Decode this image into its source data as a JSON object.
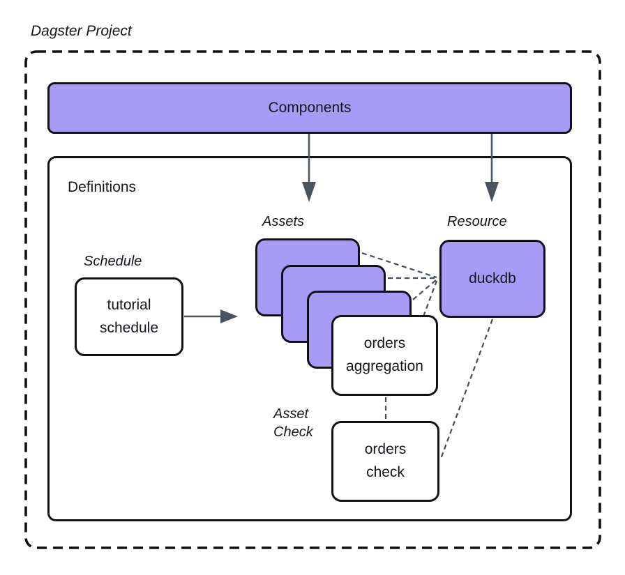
{
  "diagram": {
    "title": "Dagster Project",
    "components": {
      "label": "Components"
    },
    "definitions": {
      "label": "Definitions",
      "schedule": {
        "group_label": "Schedule",
        "node_label": "tutorial\nschedule"
      },
      "assets": {
        "group_label": "Assets",
        "stacked_asset_count": 3,
        "front_node_label": "orders\naggregation"
      },
      "resource": {
        "group_label": "Resource",
        "node_label": "duckdb"
      },
      "asset_check": {
        "group_label": "Asset\nCheck",
        "node_label": "orders\ncheck"
      }
    },
    "edges": [
      {
        "from": "components",
        "to": "assets",
        "style": "solid-arrow"
      },
      {
        "from": "components",
        "to": "resource",
        "style": "solid-arrow"
      },
      {
        "from": "tutorial-schedule",
        "to": "assets",
        "style": "solid-arrow"
      },
      {
        "from": "asset-1",
        "to": "duckdb",
        "style": "dashed"
      },
      {
        "from": "asset-2",
        "to": "duckdb",
        "style": "dashed"
      },
      {
        "from": "asset-3",
        "to": "duckdb",
        "style": "dashed"
      },
      {
        "from": "orders-aggregation",
        "to": "duckdb",
        "style": "dashed"
      },
      {
        "from": "orders-aggregation",
        "to": "orders-check",
        "style": "dashed"
      },
      {
        "from": "duckdb",
        "to": "orders-check",
        "style": "dashed"
      }
    ],
    "colors": {
      "node_purple": "#a89bf5",
      "node_white": "#ffffff",
      "outline": "#0f1117",
      "connector": "#4a5360",
      "background": "#ffffff"
    }
  }
}
